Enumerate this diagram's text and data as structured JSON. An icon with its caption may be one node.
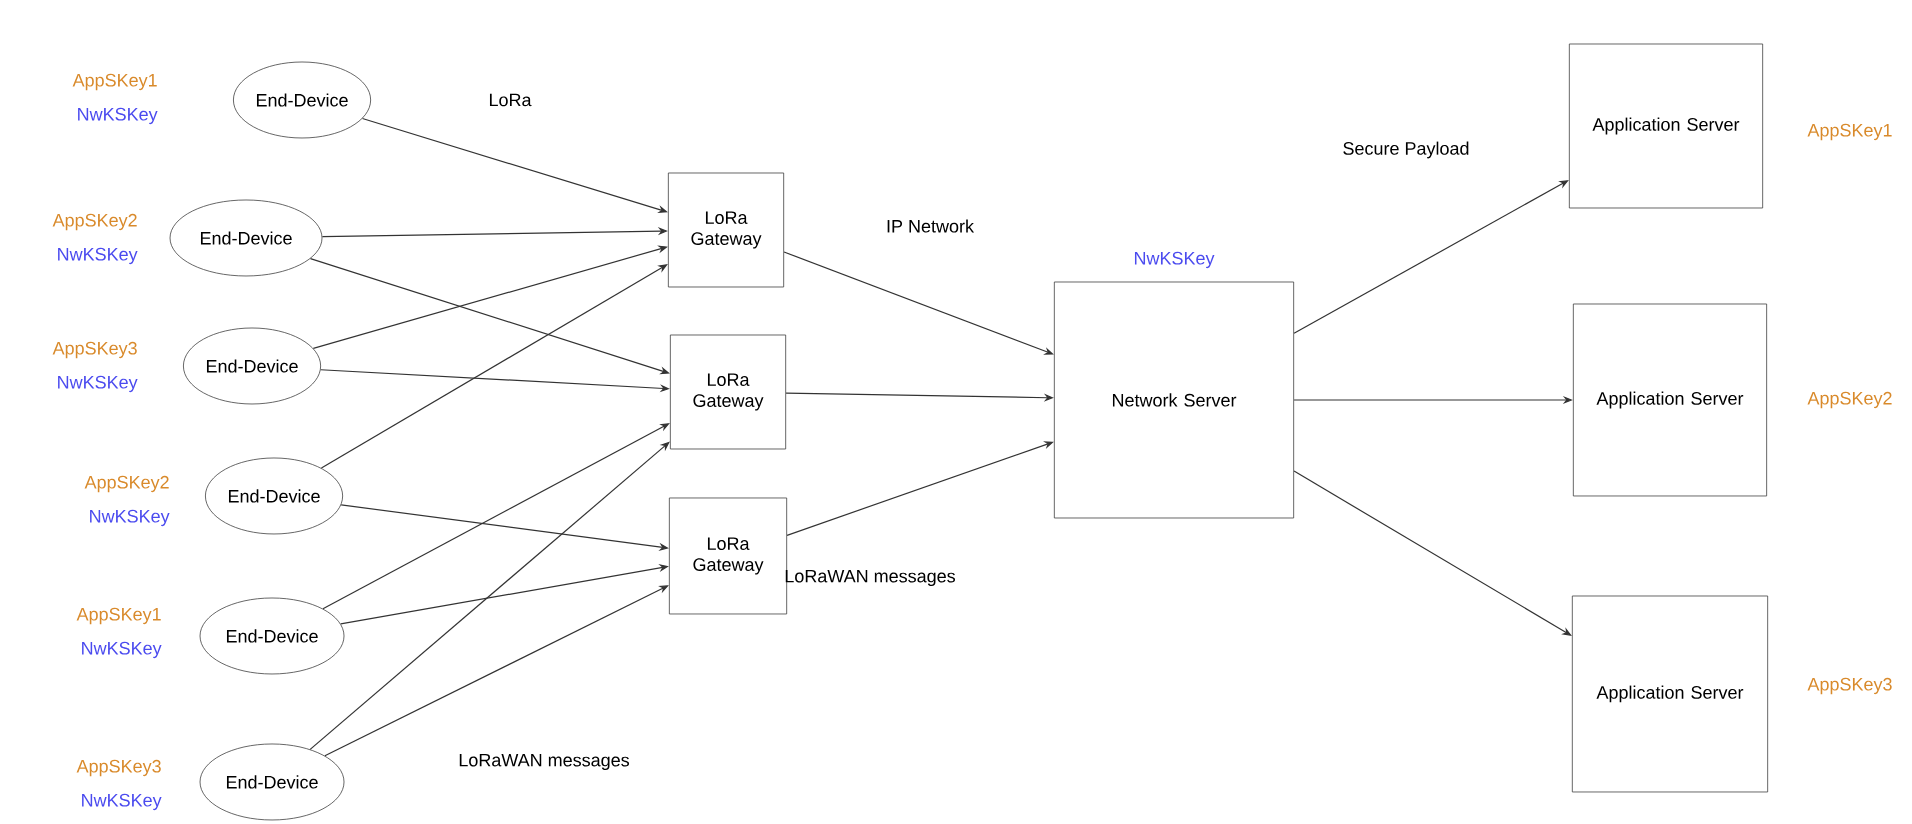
{
  "diagram": {
    "nodes": [
      {
        "text": [
          "End-Device"
        ],
        "beside": [
          "AppSKey1",
          "NwKSKey"
        ]
      },
      {
        "text": [
          "End-Device"
        ],
        "beside": [
          "AppSKey2",
          "NwKSKey"
        ]
      },
      {
        "text": [
          "End-Device"
        ],
        "beside": [
          "AppSKey3",
          "NwKSKey"
        ]
      },
      {
        "text": [
          "End-Device"
        ],
        "beside": [
          "AppSKey2",
          "NwKSKey"
        ]
      },
      {
        "text": [
          "End-Device"
        ],
        "beside": [
          "AppSKey1",
          "NwKSKey"
        ]
      },
      {
        "text": [
          "End-Device"
        ],
        "beside": [
          "AppSKey3",
          "NwKSKey"
        ]
      },
      {
        "text": [
          "LoRa Gateway"
        ]
      },
      {
        "text": [
          "LoRa Gateway"
        ]
      },
      {
        "text": [
          "LoRa Gateway"
        ]
      },
      {
        "text": [
          "Network Server"
        ],
        "beside": [
          "NwKSKey"
        ]
      },
      {
        "text": [
          "Application Server"
        ],
        "beside": [
          "AppSKey1"
        ]
      },
      {
        "text": [
          "Application Server"
        ],
        "beside": [
          "AppSKey2"
        ]
      },
      {
        "text": [
          "Application Server"
        ],
        "beside": [
          "AppSKey3"
        ]
      }
    ],
    "edges": [
      {
        "from": 0,
        "to": 6,
        "arrow": "to"
      },
      {
        "from": 1,
        "to": 6,
        "arrow": "to"
      },
      {
        "from": 1,
        "to": 7,
        "arrow": "to"
      },
      {
        "from": 2,
        "to": 6,
        "arrow": "to"
      },
      {
        "from": 2,
        "to": 7,
        "arrow": "to"
      },
      {
        "from": 3,
        "to": 6,
        "arrow": "to"
      },
      {
        "from": 3,
        "to": 8,
        "arrow": "to"
      },
      {
        "from": 4,
        "to": 7,
        "arrow": "to"
      },
      {
        "from": 4,
        "to": 8,
        "arrow": "to"
      },
      {
        "from": 5,
        "to": 7,
        "arrow": "to"
      },
      {
        "from": 5,
        "to": 8,
        "arrow": "to"
      },
      {
        "from": 6,
        "to": 9,
        "arrow": "to"
      },
      {
        "from": 7,
        "to": 9,
        "arrow": "to"
      },
      {
        "from": 8,
        "to": 9,
        "arrow": "to"
      },
      {
        "from": 9,
        "to": 10,
        "arrow": "to"
      },
      {
        "from": 9,
        "to": 11,
        "arrow": "to"
      },
      {
        "from": 9,
        "to": 12,
        "arrow": "to"
      }
    ],
    "labels": [
      "LoRa",
      "IP Network",
      "Secure Payload",
      "LoRaWAN messages",
      "LoRaWAN messages"
    ]
  }
}
